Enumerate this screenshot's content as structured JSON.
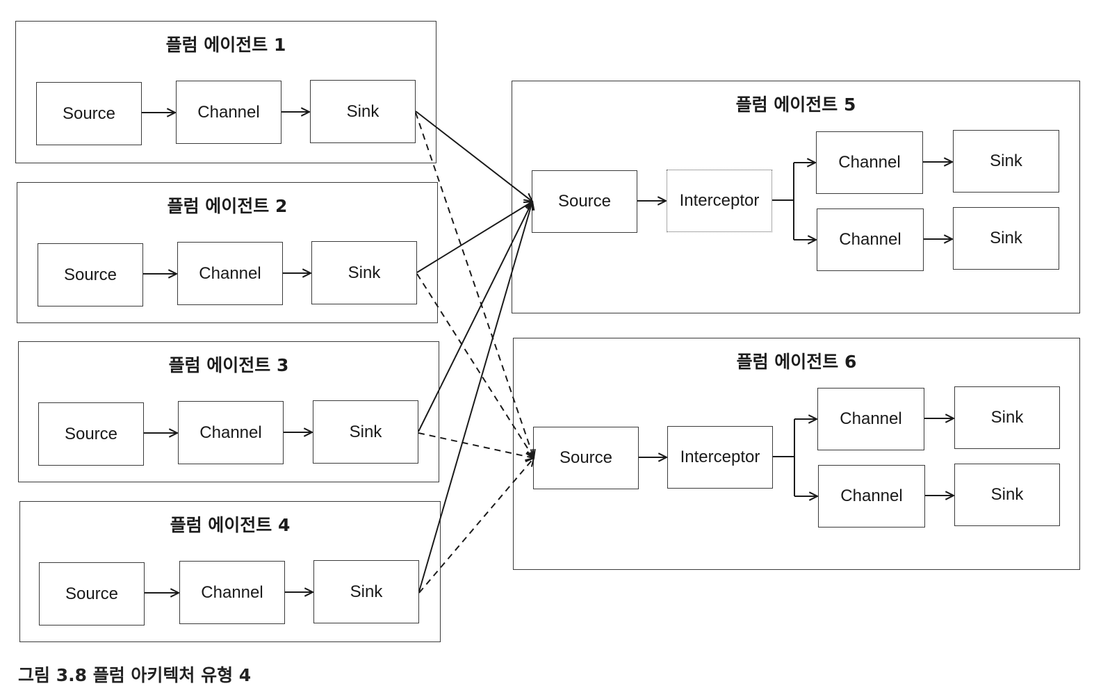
{
  "agents": [
    {
      "title": "플럼 에이전트 1",
      "source": "Source",
      "channel": "Channel",
      "sink": "Sink"
    },
    {
      "title": "플럼 에이전트 2",
      "source": "Source",
      "channel": "Channel",
      "sink": "Sink"
    },
    {
      "title": "플럼 에이전트 3",
      "source": "Source",
      "channel": "Channel",
      "sink": "Sink"
    },
    {
      "title": "플럼 에이전트 4",
      "source": "Source",
      "channel": "Channel",
      "sink": "Sink"
    },
    {
      "title": "플럼 에이전트 5",
      "source": "Source",
      "interceptor": "Interceptor",
      "channels": [
        "Channel",
        "Channel"
      ],
      "sinks": [
        "Sink",
        "Sink"
      ]
    },
    {
      "title": "플럼 에이전트 6",
      "source": "Source",
      "interceptor": "Interceptor",
      "channels": [
        "Channel",
        "Channel"
      ],
      "sinks": [
        "Sink",
        "Sink"
      ]
    }
  ],
  "connections": [
    {
      "from": "플럼 에이전트 1 Sink",
      "to": "플럼 에이전트 5 Source",
      "style": "solid"
    },
    {
      "from": "플럼 에이전트 1 Sink",
      "to": "플럼 에이전트 6 Source",
      "style": "dashed"
    },
    {
      "from": "플럼 에이전트 2 Sink",
      "to": "플럼 에이전트 5 Source",
      "style": "solid"
    },
    {
      "from": "플럼 에이전트 2 Sink",
      "to": "플럼 에이전트 6 Source",
      "style": "dashed"
    },
    {
      "from": "플럼 에이전트 3 Sink",
      "to": "플럼 에이전트 5 Source",
      "style": "solid"
    },
    {
      "from": "플럼 에이전트 3 Sink",
      "to": "플럼 에이전트 6 Source",
      "style": "dashed"
    },
    {
      "from": "플럼 에이전트 4 Sink",
      "to": "플럼 에이전트 5 Source",
      "style": "solid"
    },
    {
      "from": "플럼 에이전트 4 Sink",
      "to": "플럼 에이전트 6 Source",
      "style": "dashed"
    }
  ],
  "caption": "그림 3.8 플럼 아키텍처 유형 4"
}
